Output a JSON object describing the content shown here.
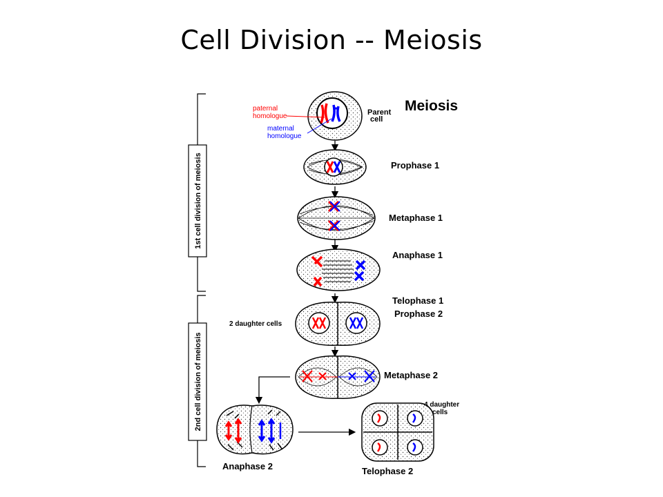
{
  "slide": {
    "title": "Cell Division -- Meiosis"
  },
  "diagram": {
    "heading": "Meiosis",
    "parent_cell_line1": "Parent",
    "parent_cell_line2": "cell",
    "paternal_line1": "paternal",
    "paternal_line2": "homologue",
    "maternal_line1": "maternal",
    "maternal_line2": "homologue",
    "brace_first": "1st cell division of meiosis",
    "brace_second": "2nd cell division of meiosis",
    "stages": {
      "prophase1": "Prophase 1",
      "metaphase1": "Metaphase 1",
      "anaphase1": "Anaphase 1",
      "telophase1": "Telophase 1",
      "prophase2": "Prophase 2",
      "metaphase2": "Metaphase 2",
      "anaphase2": "Anaphase 2",
      "telophase2": "Telophase 2"
    },
    "two_daughter": "2 daughter cells",
    "four_daughter_line1": "4 daughter",
    "four_daughter_line2": "cells"
  },
  "colors": {
    "paternal": "#ff0000",
    "maternal": "#0000ff",
    "outline": "#000000"
  }
}
